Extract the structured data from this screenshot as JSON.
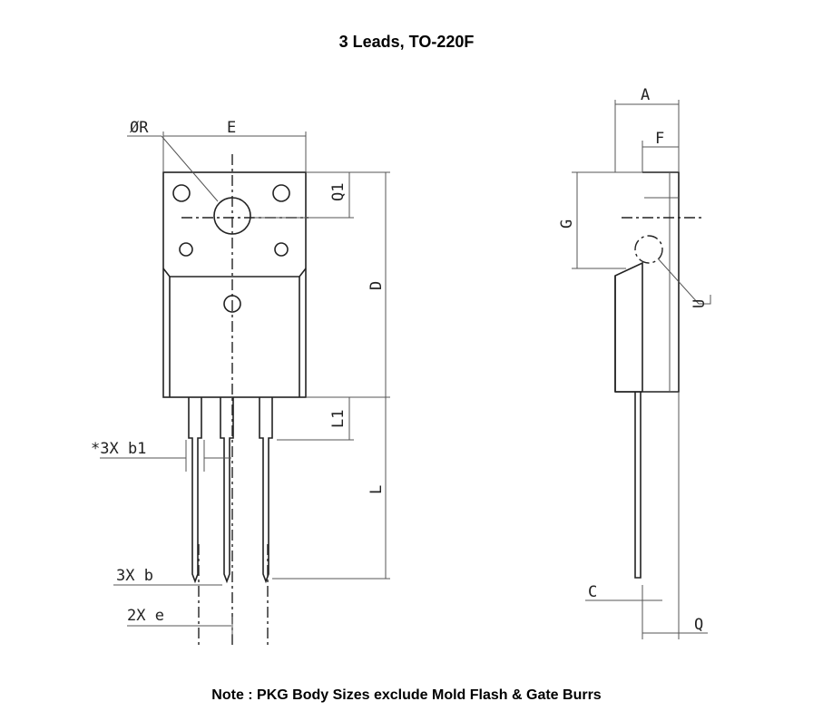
{
  "title": "3 Leads, TO-220F",
  "note": "Note : PKG Body Sizes exclude Mold Flash & Gate Burrs",
  "labels": {
    "R": "ØR",
    "E": "E",
    "Q1": "Q1",
    "D": "D",
    "L1": "L1",
    "L": "L",
    "b1": "*3X b1",
    "b": "3X b",
    "e": "2X e",
    "A": "A",
    "F": "F",
    "G": "G",
    "U": "U",
    "C": "C",
    "Q": "Q"
  }
}
